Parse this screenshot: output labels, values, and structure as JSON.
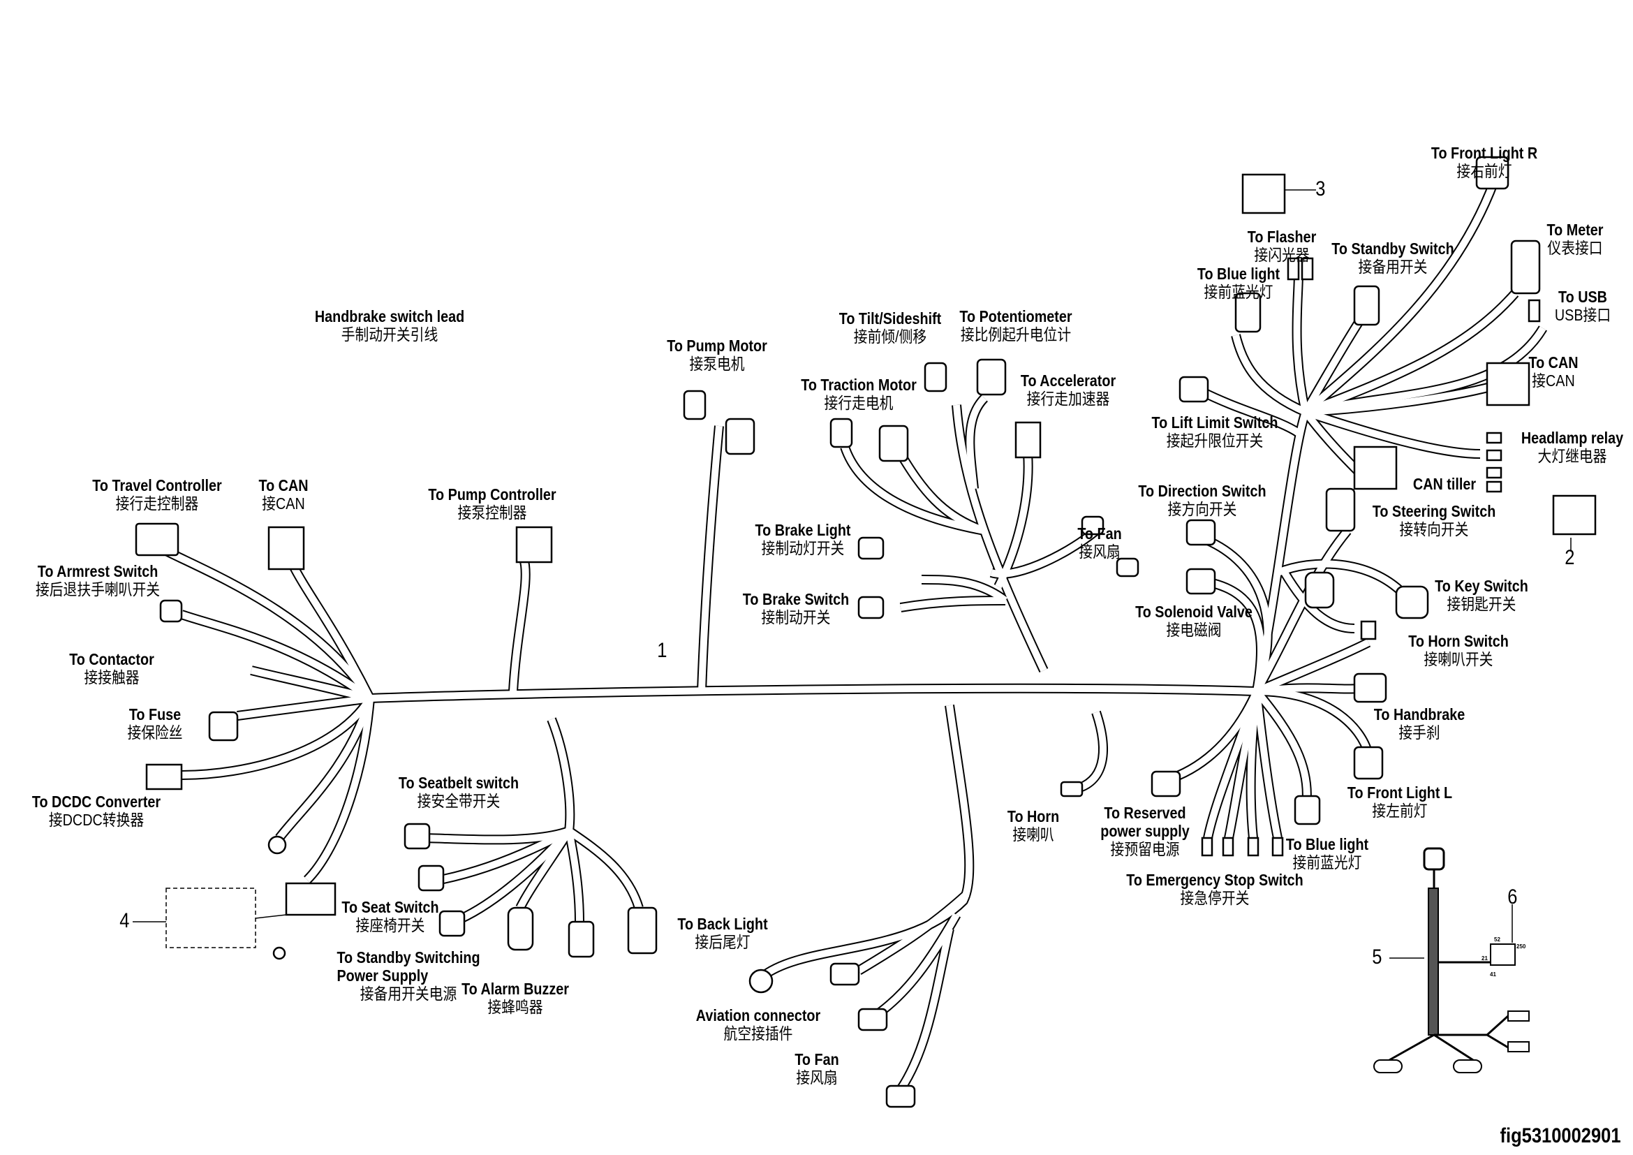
{
  "labels": {
    "handbrake_lead": {
      "en": "Handbrake switch lead",
      "cn": "手制动开关引线"
    },
    "pump_motor": {
      "en": "To Pump Motor",
      "cn": "接泵电机"
    },
    "tilt": {
      "en": "To Tilt/Sideshift",
      "cn": "接前倾/侧移"
    },
    "potentiometer": {
      "en": "To Potentiometer",
      "cn": "接比例起升电位计"
    },
    "traction_motor": {
      "en": "To Traction Motor",
      "cn": "接行走电机"
    },
    "accelerator": {
      "en": "To  Accelerator",
      "cn": "接行走加速器"
    },
    "travel_controller": {
      "en": "To Travel Controller",
      "cn": "接行走控制器"
    },
    "can_left": {
      "en": "To CAN",
      "cn": "接CAN"
    },
    "pump_controller": {
      "en": "To Pump Controller",
      "cn": "接泵控制器"
    },
    "armrest": {
      "en": "To Armrest Switch",
      "cn": "接后退扶手喇叭开关"
    },
    "contactor": {
      "en": "To Contactor",
      "cn": "接接触器"
    },
    "fuse": {
      "en": "To Fuse",
      "cn": "接保险丝"
    },
    "dcdc": {
      "en": "To DCDC Converter",
      "cn": "接DCDC转换器"
    },
    "seatbelt": {
      "en": "To Seatbelt switch",
      "cn": "接安全带开关"
    },
    "seat": {
      "en": "To Seat Switch",
      "cn": "接座椅开关"
    },
    "standby_power": {
      "en1": "To Standby Switching",
      "en2": "Power Supply",
      "cn": "接备用开关电源"
    },
    "alarm": {
      "en": "To Alarm Buzzer",
      "cn": "接蜂鸣器"
    },
    "back_light": {
      "en": "To Back Light",
      "cn": "接后尾灯"
    },
    "aviation": {
      "en": "Aviation connector",
      "cn": "航空接插件"
    },
    "fan_bottom": {
      "en": "To Fan",
      "cn": "接风扇"
    },
    "brake_light": {
      "en": "To Brake Light",
      "cn": "接制动灯开关"
    },
    "brake_switch": {
      "en": "To Brake Switch",
      "cn": "接制动开关"
    },
    "fan_mid": {
      "en": "To Fan",
      "cn": "接风扇"
    },
    "horn": {
      "en": "To Horn",
      "cn": "接喇叭"
    },
    "reserved": {
      "en1": "To Reserved",
      "en2": "power supply",
      "cn": "接预留电源"
    },
    "estop": {
      "en": "To Emergency Stop Switch",
      "cn": "接急停开关"
    },
    "blue_light_low": {
      "en": "To Blue light",
      "cn": "接前蓝光灯"
    },
    "front_light_l": {
      "en": "To Front Light L",
      "cn": "接左前灯"
    },
    "handbrake": {
      "en": "To Handbrake",
      "cn": "接手刹"
    },
    "horn_switch": {
      "en": "To Horn Switch",
      "cn": "接喇叭开关"
    },
    "key_switch": {
      "en": "To Key Switch",
      "cn": "接钥匙开关"
    },
    "steering": {
      "en": "To Steering Switch",
      "cn": "接转向开关"
    },
    "can_tiller": {
      "en": "CAN tiller"
    },
    "direction": {
      "en": "To Direction Switch",
      "cn": "接方向开关"
    },
    "solenoid": {
      "en": "To Solenoid Valve",
      "cn": "接电磁阀"
    },
    "lift_limit": {
      "en": "To Lift Limit Switch",
      "cn": "接起升限位开关"
    },
    "flasher": {
      "en": "To Flasher",
      "cn": "接闪光器"
    },
    "blue_light_top": {
      "en": "To Blue light",
      "cn": "接前蓝光灯"
    },
    "standby_switch": {
      "en": "To Standby Switch",
      "cn": "接备用开关"
    },
    "front_light_r": {
      "en": "To Front Light R",
      "cn": "接右前灯"
    },
    "meter": {
      "en": "To Meter",
      "cn": "仪表接口"
    },
    "usb": {
      "en": "To USB",
      "cn": "USB接口"
    },
    "can_right": {
      "en": "To CAN",
      "cn": "接CAN"
    },
    "headlamp_relay": {
      "en": "Headlamp relay",
      "cn": "大灯继电器"
    }
  },
  "callouts": {
    "n1": "1",
    "n2": "2",
    "n3": "3",
    "n4": "4",
    "n5": "5",
    "n6": "6"
  },
  "relay_pins": {
    "p52": "52",
    "p250": "250",
    "p21": "21",
    "p41": "41"
  },
  "figure_id": "fig5310002901"
}
